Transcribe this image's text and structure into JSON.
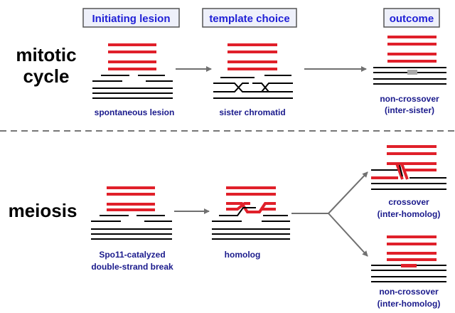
{
  "headers": {
    "initiating": "Initiating lesion",
    "template": "template choice",
    "outcome": "outcome"
  },
  "rows": {
    "mitotic_line1": "mitotic",
    "mitotic_line2": "cycle",
    "meiosis": "meiosis"
  },
  "captions": {
    "spontaneous": "spontaneous lesion",
    "sister": "sister chromatid",
    "noncross_top_1": "non-crossover",
    "noncross_top_2": "(inter-sister)",
    "spo11_1": "Spo11-catalyzed",
    "spo11_2": "double-strand break",
    "homolog": "homolog",
    "crossover_1": "crossover",
    "crossover_2": "(inter-homolog)",
    "noncross_bot_1": "non-crossover",
    "noncross_bot_2": "(inter-homolog)"
  },
  "colors": {
    "header_text": "#1f1fd6",
    "header_box_fill": "#eef0fa",
    "caption_text": "#1a1a8c",
    "homolog_red": "#e0202a",
    "dna_black": "#000000",
    "arrow_gray": "#707070",
    "divider_gray": "#777777",
    "patch_gray": "#a9a9a9"
  }
}
